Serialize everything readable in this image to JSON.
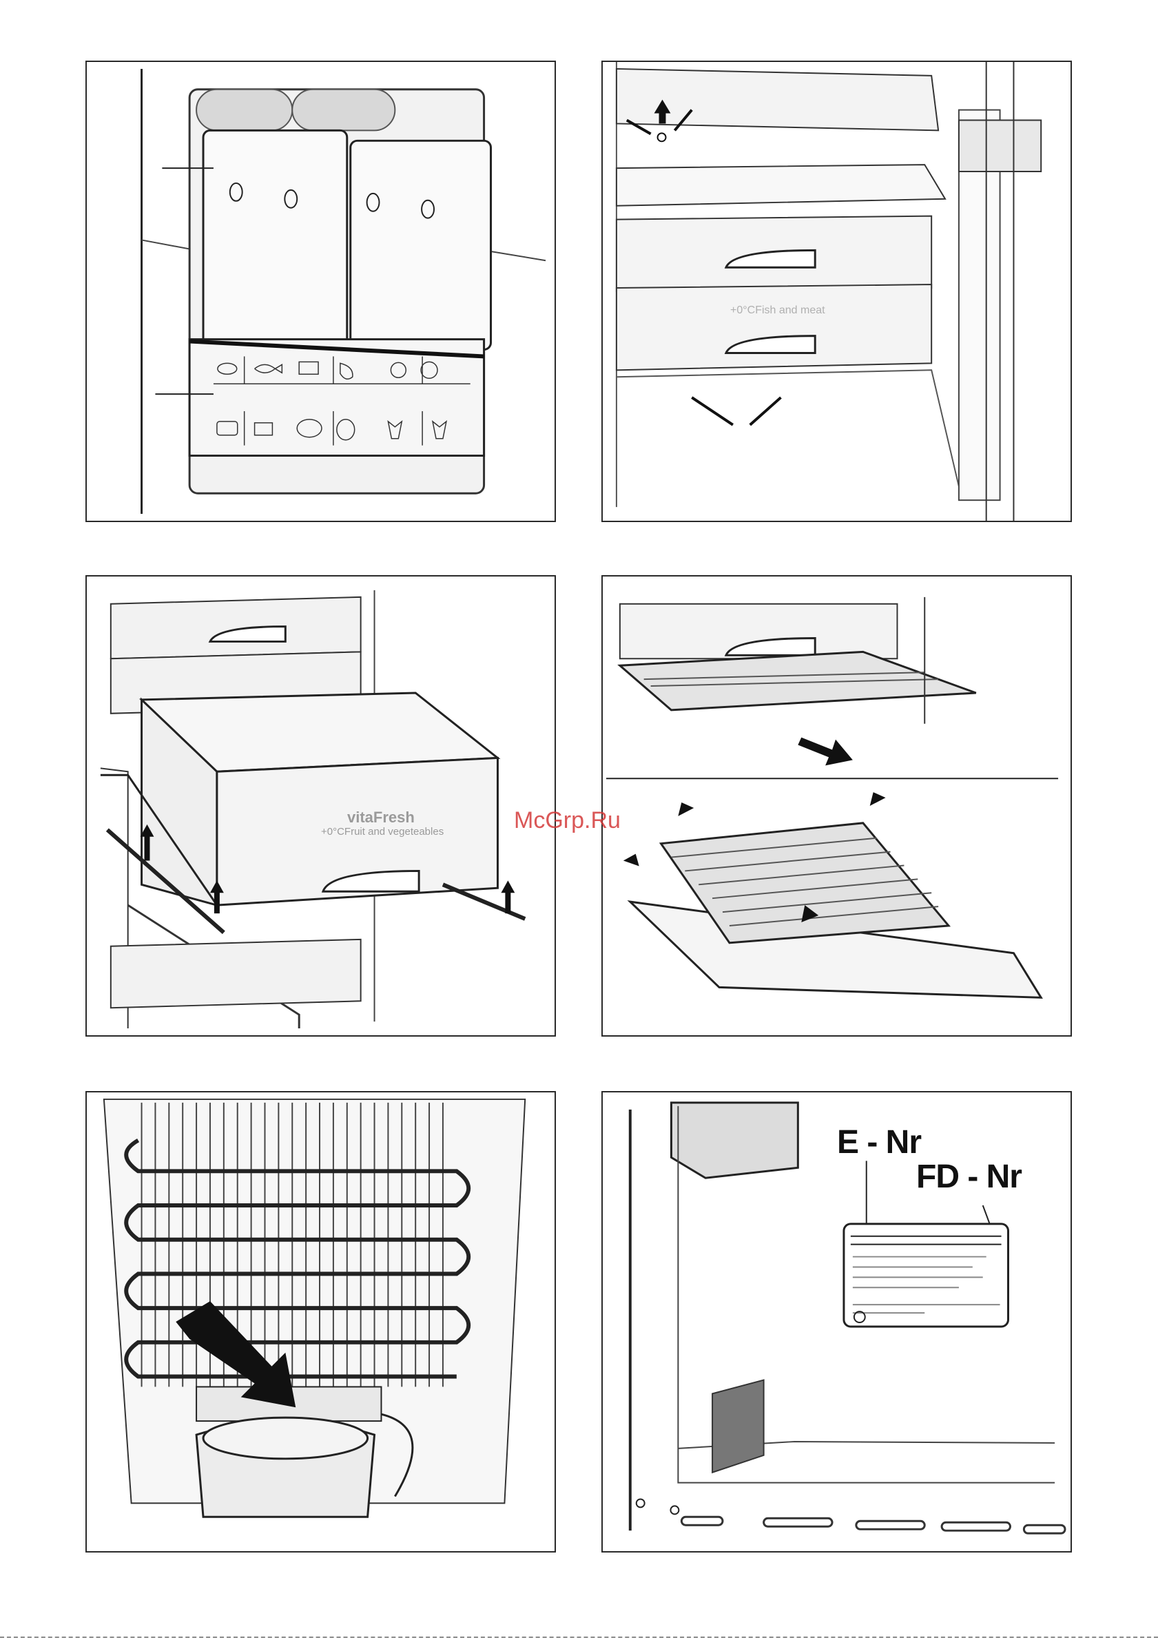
{
  "panel2": {
    "drawer_label": "+0°CFish and meat"
  },
  "panel3": {
    "drawer_brand": "vitaFresh",
    "drawer_label": "+0°CFruit and vegeteables"
  },
  "panel6": {
    "label_e": "E - Nr",
    "label_fd": "FD - Nr"
  },
  "watermark": "McGrp.Ru",
  "icons": {
    "panel1": [
      "sausage-icon",
      "fish-icon",
      "frozen-pack-icon",
      "poultry-icon",
      "vegetable-icon",
      "fruit-icon",
      "cake-icon",
      "pot-icon",
      "ham-icon",
      "meat-icon",
      "cow-icon",
      "calf-icon"
    ],
    "panel2": [
      "up-arrow-icon",
      "airflow-arrows-icon"
    ],
    "panel4": [
      "pull-arrow-icon",
      "tilt-arrow-icon"
    ],
    "panel5": [
      "pointer-arrow-icon"
    ]
  }
}
